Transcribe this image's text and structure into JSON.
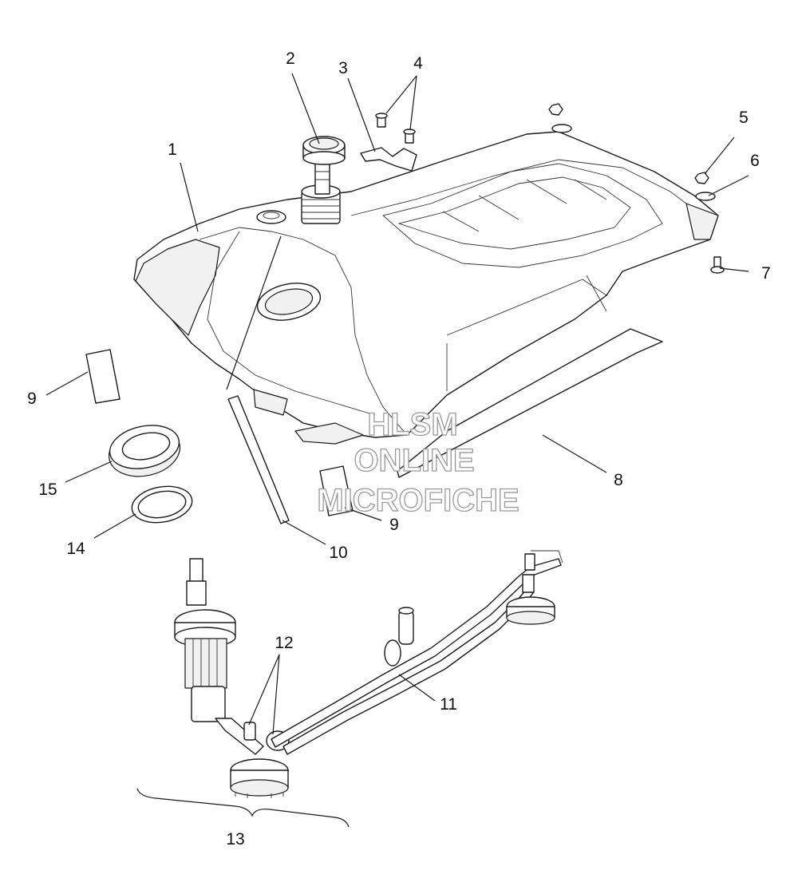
{
  "callouts": {
    "c1": "1",
    "c2": "2",
    "c3": "3",
    "c4": "4",
    "c5": "5",
    "c6": "6",
    "c7": "7",
    "c8": "8",
    "c9a": "9",
    "c9b": "9",
    "c10": "10",
    "c11": "11",
    "c12": "12",
    "c13": "13",
    "c14": "14",
    "c15": "15"
  },
  "watermark": {
    "line1": "HLSM",
    "line2": "ONLINE",
    "line3": "MICROFICHE"
  }
}
